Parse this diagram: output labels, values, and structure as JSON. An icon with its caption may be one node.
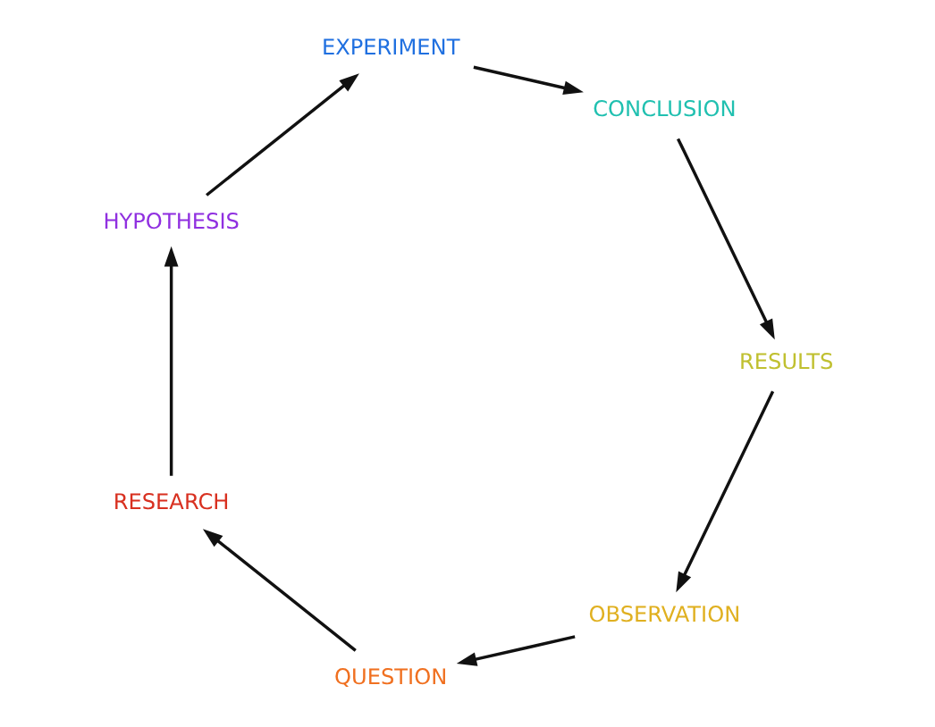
{
  "diagram": {
    "nodes": [
      {
        "text": [
          "OBSERVATION"
        ]
      },
      {
        "text": [
          "QUESTION"
        ]
      },
      {
        "text": [
          "RESEARCH"
        ]
      },
      {
        "text": [
          "HYPOTHESIS"
        ]
      },
      {
        "text": [
          "EXPERIMENT"
        ]
      },
      {
        "text": [
          "CONCLUSION"
        ]
      },
      {
        "text": [
          "RESULTS"
        ]
      }
    ],
    "edges": [
      {
        "from": 0,
        "to": 1,
        "arrow": "to"
      },
      {
        "from": 1,
        "to": 2,
        "arrow": "to"
      },
      {
        "from": 2,
        "to": 3,
        "arrow": "to"
      },
      {
        "from": 3,
        "to": 4,
        "arrow": "to"
      },
      {
        "from": 4,
        "to": 5,
        "arrow": "to"
      },
      {
        "from": 5,
        "to": 6,
        "arrow": "to"
      },
      {
        "from": 6,
        "to": 0,
        "arrow": "to"
      }
    ]
  }
}
